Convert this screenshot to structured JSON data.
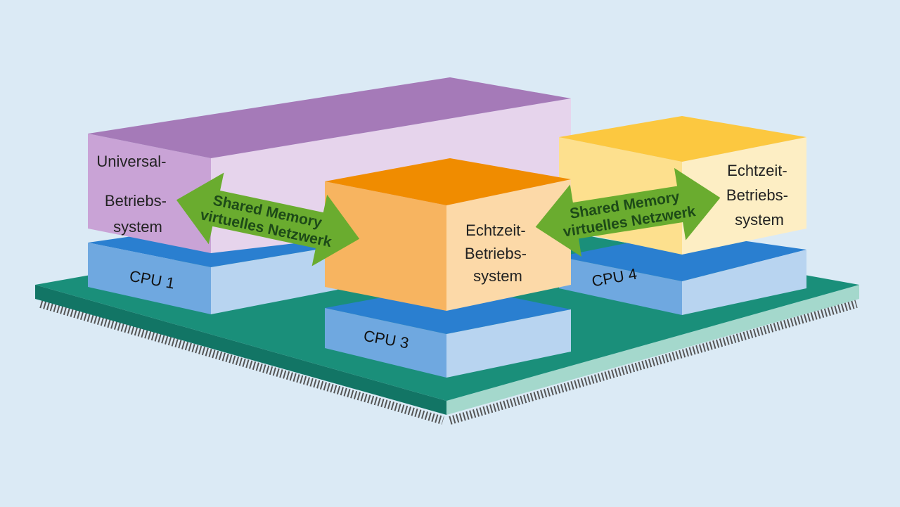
{
  "colors": {
    "background": "#dbeaf5",
    "board": "#1a8f7a",
    "cpu": "#2a7fd0",
    "universal_os": "#a57ab8",
    "realtime_os_orange": "#f08c00",
    "realtime_os_yellow": "#fcc840",
    "arrow": "#6aac2f"
  },
  "cpus": [
    {
      "label": "CPU 1"
    },
    {
      "label": "CPU 3"
    },
    {
      "label": "CPU 4"
    }
  ],
  "os_blocks": [
    {
      "lines": [
        "Universal-",
        "Betriebs-",
        "system"
      ]
    },
    {
      "lines": [
        "Echtzeit-",
        "Betriebs-",
        "system"
      ]
    },
    {
      "lines": [
        "Echtzeit-",
        "Betriebs-",
        "system"
      ]
    }
  ],
  "links": [
    {
      "lines": [
        "Shared Memory",
        "virtuelles Netzwerk"
      ]
    },
    {
      "lines": [
        "Shared Memory",
        "virtuelles Netzwerk"
      ]
    }
  ]
}
